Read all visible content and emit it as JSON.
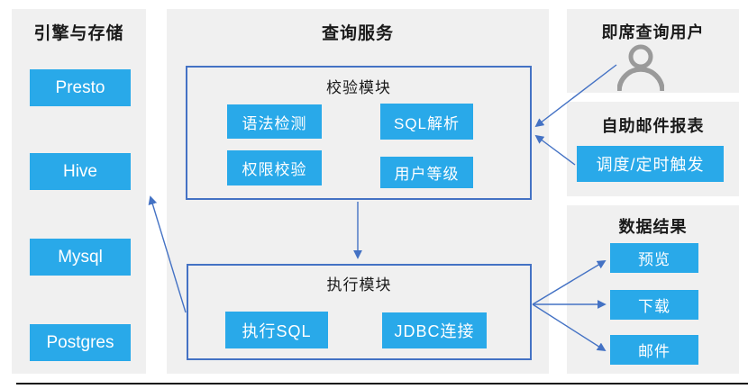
{
  "diagram": {
    "engines_panel": {
      "title": "引擎与存储",
      "items": [
        "Presto",
        "Hive",
        "Mysql",
        "Postgres"
      ]
    },
    "query_service_panel": {
      "title": "查询服务",
      "validation_module": {
        "title": "校验模块",
        "items": [
          "语法检测",
          "SQL解析",
          "权限校验",
          "用户等级"
        ]
      },
      "execution_module": {
        "title": "执行模块",
        "items": [
          "执行SQL",
          "JDBC连接"
        ]
      }
    },
    "adhoc_user_panel": {
      "title": "即席查询用户",
      "icon": "user-icon"
    },
    "email_report_panel": {
      "title": "自助邮件报表",
      "trigger_label": "调度/定时触发"
    },
    "data_result_panel": {
      "title": "数据结果",
      "items": [
        "预览",
        "下载",
        "邮件"
      ]
    }
  },
  "colors": {
    "node_blue": "#29a9e9",
    "connector_blue": "#4472c4",
    "panel_gray": "#f0f0f0",
    "user_icon_gray": "#9a9a9a",
    "node_text": "#ffffff",
    "title_text": "#1a1a1a"
  }
}
